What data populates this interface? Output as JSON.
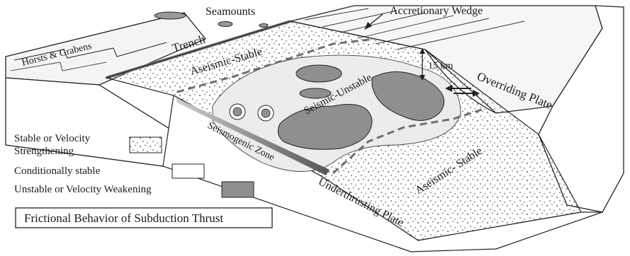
{
  "labels": {
    "seamounts": "Seamounts",
    "accretionary_wedge": "Accretionary Wedge",
    "horsts_grabens": "Horsts & Grabens",
    "trench": "Trench",
    "aseismic_stable_upper": "Aseismic-Stable",
    "depth": "15 km",
    "overriding_plate": "Overriding Plate",
    "seismic_unstable": "Seismic-Unstable",
    "seismogenic_zone": "Seismogenic Zone",
    "aseismic_stable_lower": "Aseismic- Stable",
    "underthrusting_plate": "Underthrusting Plate"
  },
  "legend": {
    "stable_line1": "Stable or Velocity",
    "stable_line2": "Strengthening",
    "conditional": "Conditionally stable",
    "unstable": "Unstable or Velocity Weakening"
  },
  "title": "Frictional Behavior of Subduction Thrust",
  "colors": {
    "unstable_fill": "#8f8f8f",
    "conditional_fill": "#e6e6e6",
    "line": "#222222",
    "dashed": "#7a7a7a"
  }
}
